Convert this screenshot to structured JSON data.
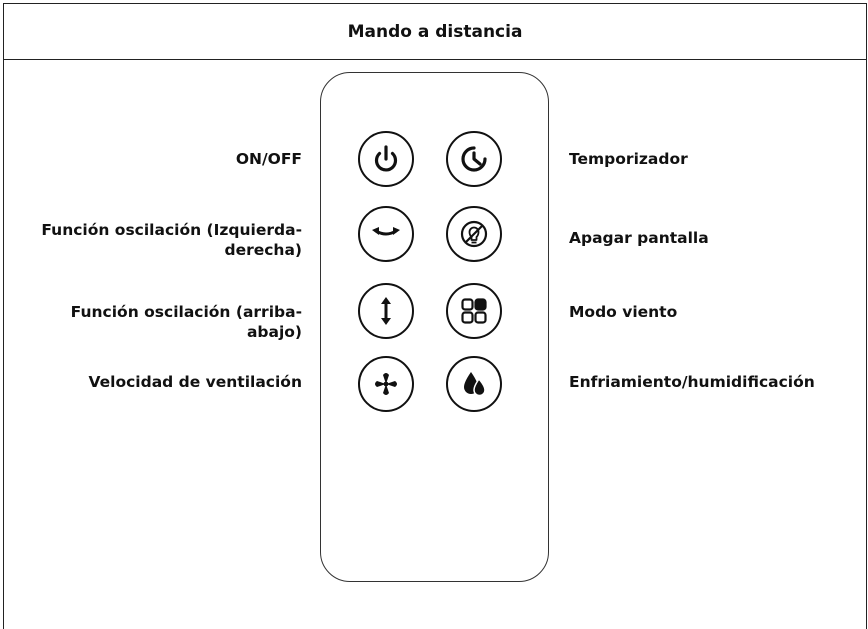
{
  "title": "Mando a distancia",
  "labels": {
    "power": "ON/OFF",
    "timer": "Temporizador",
    "swing_lr_line1": "Función oscilación (Izquierda-",
    "swing_lr_line2": "derecha)",
    "display_off": "Apagar pantalla",
    "swing_ud_line1": "Función oscilación (arriba-",
    "swing_ud_line2": "abajo)",
    "wind_mode": "Modo viento",
    "fan_speed": "Velocidad de ventilación",
    "cooling": "Enfriamiento/humidificación"
  },
  "icons": {
    "power": "power-icon",
    "timer": "timer-icon",
    "swing_lr": "swing-left-right-icon",
    "display_off": "display-off-icon",
    "swing_ud": "swing-up-down-icon",
    "wind_mode": "wind-mode-icon",
    "fan_speed": "fan-icon",
    "cooling": "water-drop-icon"
  }
}
